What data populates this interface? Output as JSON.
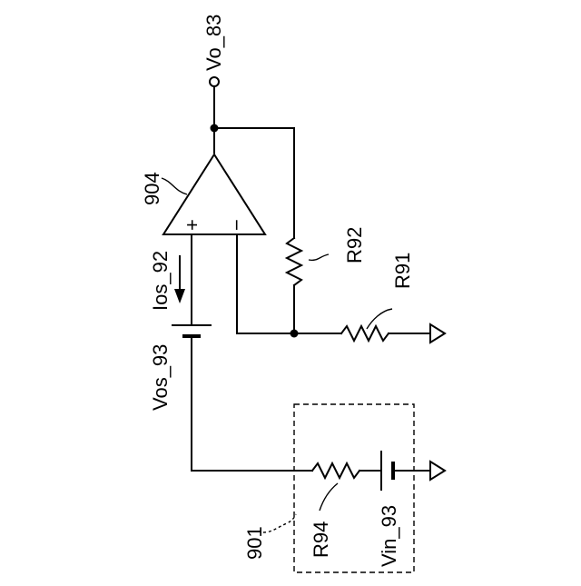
{
  "labels": {
    "vo_83": "Vo_83",
    "opamp_ref": "904",
    "plus": "+",
    "minus": "−",
    "ios_92": "Ios_92",
    "vos_93": "Vos_93",
    "r92": "R92",
    "r91": "R91",
    "r94": "R94",
    "vin_93": "Vin_93",
    "block_901": "901"
  },
  "colors": {
    "line": "#000000",
    "background": "#ffffff"
  },
  "icons": {
    "output_terminal": "open-circle-terminal",
    "ground": "triangle-ground-symbol",
    "current_arrow": "down-arrow"
  }
}
